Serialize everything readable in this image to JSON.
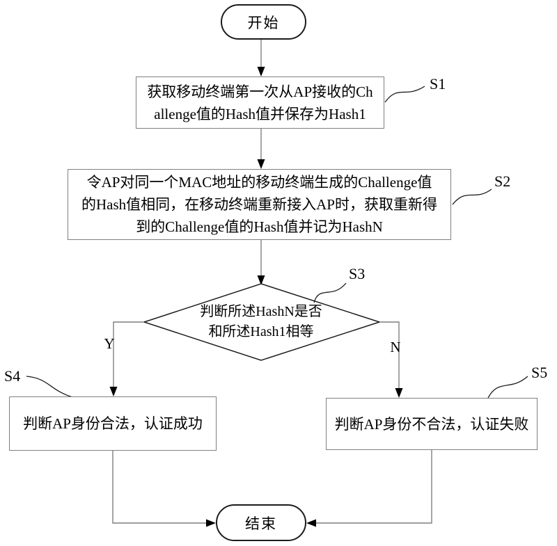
{
  "diagram": {
    "title_hint": "AP identity authentication flowchart",
    "nodes": {
      "start": {
        "label": "开始"
      },
      "s1": {
        "step": "S1",
        "lines": [
          "获取移动终端第一次从AP接收的Ch",
          "allenge值的Hash值并保存为Hash1"
        ]
      },
      "s2": {
        "step": "S2",
        "lines": [
          "令AP对同一个MAC地址的移动终端生成的Challenge值",
          "的Hash值相同，在移动终端重新接入AP时，获取重新得",
          "到的Challenge值的Hash值并记为HashN"
        ]
      },
      "s3": {
        "step": "S3",
        "lines": [
          "判断所述HashN是否",
          "和所述Hash1相等"
        ]
      },
      "s4": {
        "step": "S4",
        "label": "判断AP身份合法，认证成功"
      },
      "s5": {
        "step": "S5",
        "label": "判断AP身份不合法，认证失败"
      },
      "end": {
        "label": "结束"
      }
    },
    "branches": {
      "yes": "Y",
      "no": "N"
    },
    "colors": {
      "connector": "#7f7f7f",
      "shape_border": "#1b1b1b",
      "box_border": "#7f7f7f",
      "arrowhead": "#000000",
      "text": "#000000",
      "background": "#ffffff"
    }
  }
}
